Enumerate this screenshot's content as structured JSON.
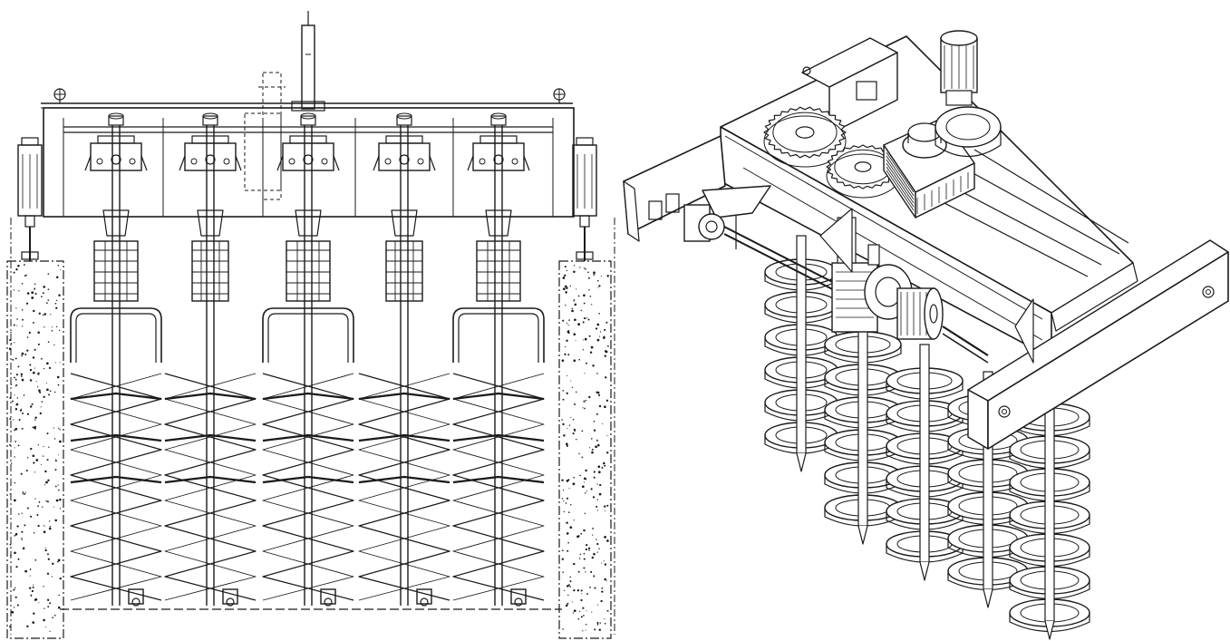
{
  "figure": {
    "background": "#ffffff",
    "line_color": "#1a1a1a",
    "front_view": {
      "auger_count": 5,
      "wall_count": 2
    },
    "isometric_view": {
      "auger_count": 5,
      "motor_count": 2,
      "gear_count": 2
    }
  }
}
